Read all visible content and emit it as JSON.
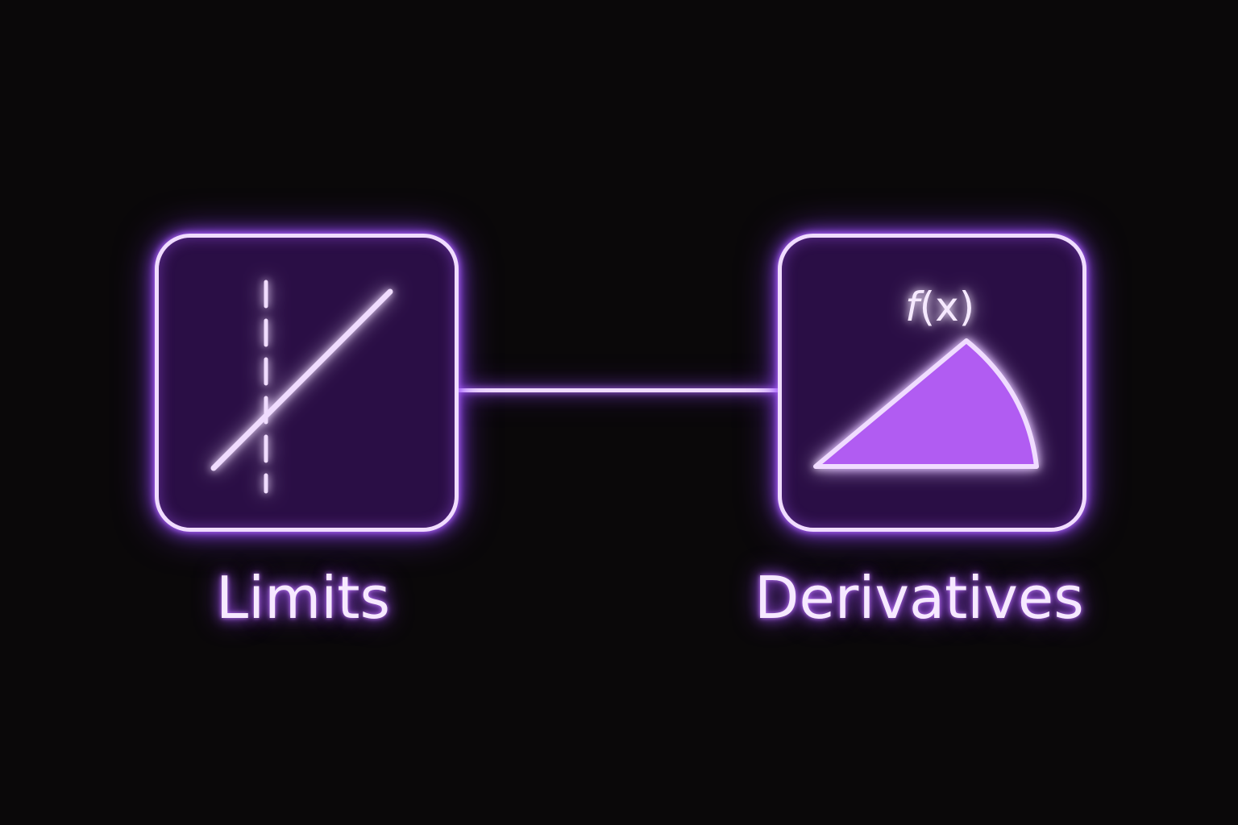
{
  "nodes": [
    {
      "id": "limits",
      "label": "Limits",
      "icon": "secant-asymptote-icon"
    },
    {
      "id": "derivatives",
      "label": "Derivatives",
      "icon": "function-curve-area-icon",
      "icon_text": {
        "func": "f",
        "args": "(x)"
      }
    }
  ],
  "connector": {
    "from": "limits",
    "to": "derivatives"
  },
  "colors": {
    "background": "#0a0809",
    "box_fill": "#2a0e45",
    "neon_stroke": "#f0dcff",
    "glow": "#a855ff",
    "shape_fill": "#b15cf2"
  }
}
